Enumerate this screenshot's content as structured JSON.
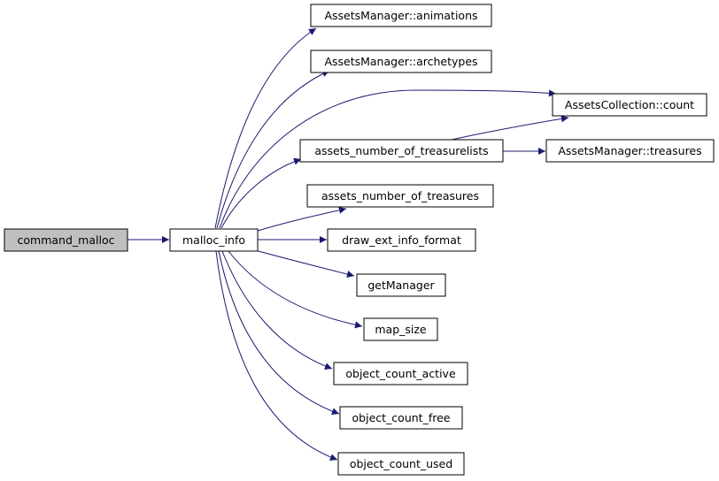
{
  "graph": {
    "edge_color": "#191970",
    "root_fill": "#bfbfbf",
    "nodes": {
      "command_malloc": "command_malloc",
      "malloc_info": "malloc_info",
      "animations": "AssetsManager::animations",
      "archetypes": "AssetsManager::archetypes",
      "collection_count": "AssetsCollection::count",
      "num_treasurelists": "assets_number_of_treasurelists",
      "treasures": "AssetsManager::treasures",
      "num_treasures": "assets_number_of_treasures",
      "draw_ext": "draw_ext_info_format",
      "get_manager": "getManager",
      "map_size": "map_size",
      "count_active": "object_count_active",
      "count_free": "object_count_free",
      "count_used": "object_count_used"
    },
    "edges": [
      [
        "command_malloc",
        "malloc_info"
      ],
      [
        "malloc_info",
        "animations"
      ],
      [
        "malloc_info",
        "archetypes"
      ],
      [
        "malloc_info",
        "collection_count"
      ],
      [
        "malloc_info",
        "num_treasurelists"
      ],
      [
        "malloc_info",
        "num_treasures"
      ],
      [
        "malloc_info",
        "draw_ext"
      ],
      [
        "malloc_info",
        "get_manager"
      ],
      [
        "malloc_info",
        "map_size"
      ],
      [
        "malloc_info",
        "count_active"
      ],
      [
        "malloc_info",
        "count_free"
      ],
      [
        "malloc_info",
        "count_used"
      ],
      [
        "num_treasurelists",
        "collection_count"
      ],
      [
        "num_treasurelists",
        "treasures"
      ]
    ]
  }
}
